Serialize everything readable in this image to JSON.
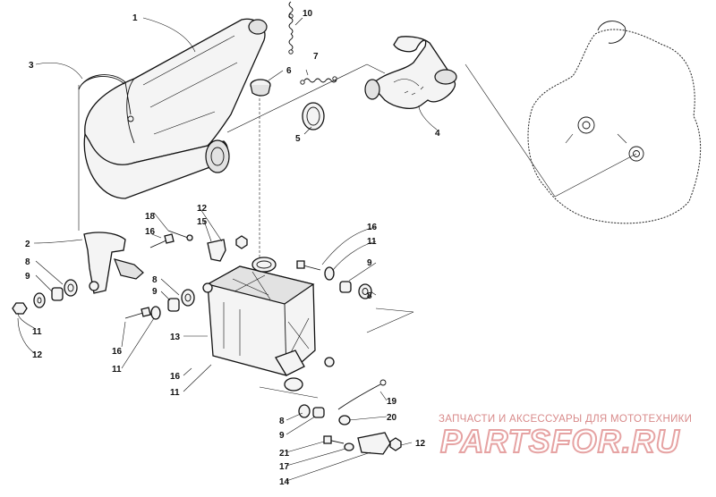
{
  "callouts": {
    "c1": "1",
    "c2": "2",
    "c3": "3",
    "c4": "4",
    "c5": "5",
    "c6": "6",
    "c7": "7",
    "c8a": "8",
    "c8b": "8",
    "c8c": "8",
    "c8d": "8",
    "c9a": "9",
    "c9b": "9",
    "c9c": "9",
    "c9d": "9",
    "c10": "10",
    "c11a": "11",
    "c11b": "11",
    "c11c": "11",
    "c11d": "11",
    "c12a": "12",
    "c12b": "12",
    "c12c": "12",
    "c13": "13",
    "c14": "14",
    "c15": "15",
    "c16a": "16",
    "c16b": "16",
    "c16c": "16",
    "c16d": "16",
    "c17": "17",
    "c18": "18",
    "c19": "19",
    "c20": "20",
    "c21": "21"
  },
  "watermark": {
    "tagline": "ЗАПЧАСТИ И АКСЕССУАРЫ ДЛЯ МОТОТЕХНИКИ",
    "brand": "PARTSFOR.RU"
  }
}
